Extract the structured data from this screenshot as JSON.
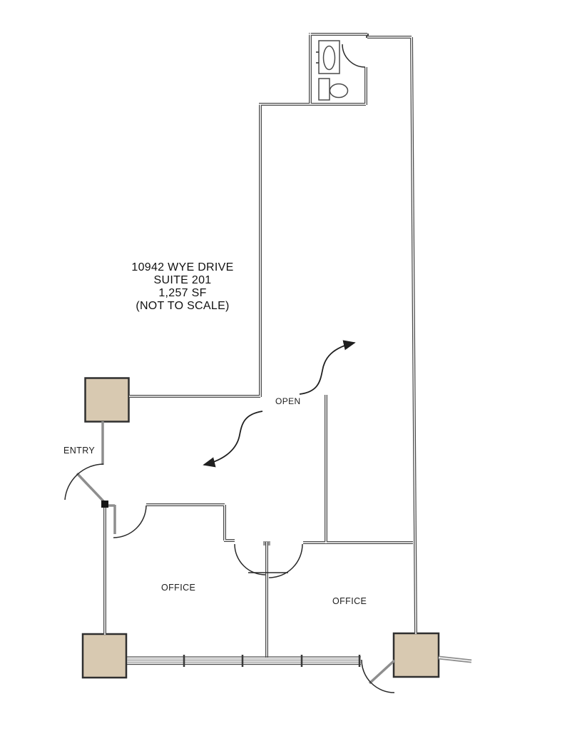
{
  "plan": {
    "title": {
      "address": "10942 WYE DRIVE",
      "suite": "SUITE 201",
      "area": "1,257 SF",
      "scale_note": "(NOT TO SCALE)"
    },
    "rooms": {
      "open": "OPEN",
      "entry": "ENTRY",
      "office_left": "OFFICE",
      "office_right": "OFFICE"
    },
    "icons": {
      "toilet": "toilet-icon",
      "sink": "sink-vanity-icon",
      "door_swings": "door-swing-arc",
      "structural_columns": "column-marker",
      "storefront": "window-mullion-band"
    },
    "colors": {
      "column_fill": "#d8c9b1",
      "wall": "#4a4a4a",
      "line": "#222222",
      "hinge": "#151515"
    }
  }
}
